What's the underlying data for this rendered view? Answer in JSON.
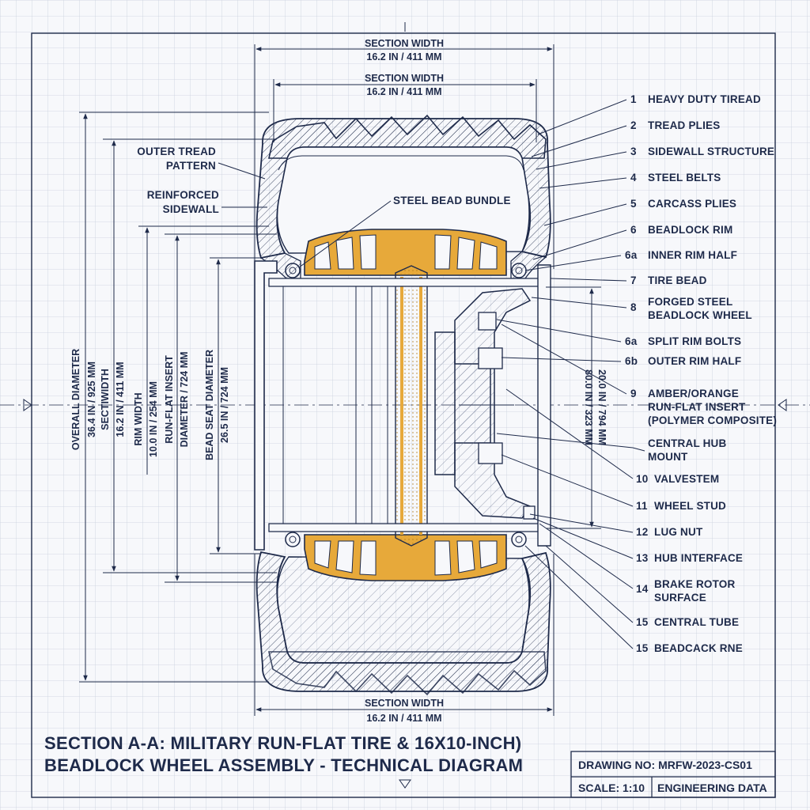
{
  "dimensions": {
    "section_width_top": {
      "label": "SECTION WIDTH",
      "value": "16.2 IN / 411 MM"
    },
    "section_width_second": {
      "label": "SECTION WIDTH",
      "value": "16.2 IN / 411 MM"
    },
    "section_width_bottom": {
      "label": "SECTION WIDTH",
      "value": "16.2 IN / 411 MM"
    },
    "overall_diameter": {
      "label": "OVERALL DIAMETER",
      "value": "36.4 IN / 925 MM"
    },
    "section_width_vertical": {
      "label": "SECTIWIDTH",
      "value": "16.2 IN / 411 MM"
    },
    "rim_width": {
      "label": "RIM WIDTH",
      "value": "10.0 IN / 254 MM"
    },
    "run_flat_insert": {
      "label": "RUN-FLAT INSERT",
      "value": "DIAMETER / 724 MM"
    },
    "bead_seat_diameter": {
      "label": "BEAD SEAT DIAMETER",
      "value": "26.5 IN / 724 MM"
    },
    "right_dim_1": "80.0 IN / 323 MM",
    "right_dim_2": "20.0 IN / 794 MM"
  },
  "callouts_left": [
    {
      "line1": "OUTER TREAD",
      "line2": "PATTERN"
    },
    {
      "line1": "REINFORCED",
      "line2": "SIDEWALL"
    }
  ],
  "callout_center": "STEEL BEAD BUNDLE",
  "parts": [
    {
      "num": "1",
      "label": "HEAVY DUTY TIREAD"
    },
    {
      "num": "2",
      "label": "TREAD PLIES"
    },
    {
      "num": "3",
      "label": "SIDEWALL STRUCTURE"
    },
    {
      "num": "4",
      "label": "STEEL BELTS"
    },
    {
      "num": "5",
      "label": "CARCASS PLIES"
    },
    {
      "num": "6",
      "label": "BEADLOCK RIM"
    },
    {
      "num": "6a",
      "label": "INNER RIM HALF"
    },
    {
      "num": "7",
      "label": "TIRE BEAD"
    },
    {
      "num": "8",
      "label": "FORGED STEEL",
      "label2": "BEADLOCK WHEEL"
    },
    {
      "num": "6a",
      "label": "SPLIT RIM BOLTS"
    },
    {
      "num": "6b",
      "label": "OUTER RIM HALF"
    },
    {
      "num": "9",
      "label": "AMBER/ORANGE",
      "label2": "RUN-FLAT INSERT",
      "label3": "(POLYMER COMPOSITE)"
    },
    {
      "num": "",
      "label": "CENTRAL HUB",
      "label2": "MOUNT"
    },
    {
      "num": "10",
      "label": "VALVESTEM"
    },
    {
      "num": "11",
      "label": "WHEEL STUD"
    },
    {
      "num": "12",
      "label": "LUG NUT"
    },
    {
      "num": "13",
      "label": "HUB INTERFACE"
    },
    {
      "num": "14",
      "label": "BRAKE ROTOR",
      "label2": "SURFACE"
    },
    {
      "num": "15",
      "label": "CENTRAL TUBE"
    },
    {
      "num": "15",
      "label": "BEADCACK RNE"
    }
  ],
  "title": {
    "line1": "SECTION A-A: MILITARY RUN-FLAT TIRE & 16X10-INCH)",
    "line2": "BEADLOCK WHEEL ASSEMBLY - TECHNICAL DIAGRAM"
  },
  "title_block": {
    "drawing_no": "DRAWING NO: MRFW-2023-CS01",
    "scale": "SCALE: 1:10",
    "engineering": "ENGINEERING DATA"
  },
  "colors": {
    "ink": "#1e2a4a",
    "insert": "#e7a93a",
    "grid": "#c9d0de",
    "paper": "#f7f8fb"
  }
}
